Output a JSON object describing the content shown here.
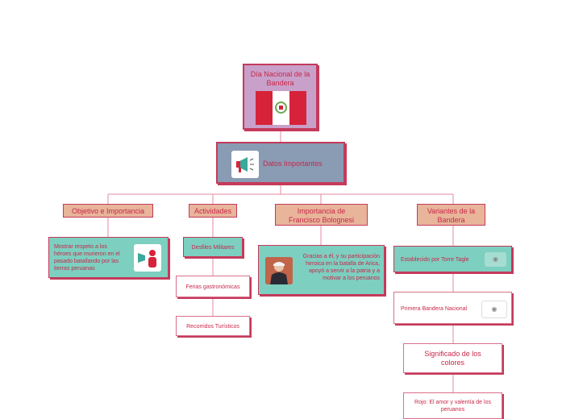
{
  "root": {
    "title": "Día Nacional de la Bandera",
    "image": "peru-flag"
  },
  "datos": {
    "title": "Datos Importantes",
    "icon": "megaphone-icon"
  },
  "branches": {
    "objetivo": {
      "title": "Objetivo e Importancia",
      "detail": "Mostrar respeto a los héroes que murieron en el pasado batallando por las tierras peruanas"
    },
    "actividades": {
      "title": "Actividades",
      "items": [
        "Desfiles Militares",
        "Ferias gastronómicas",
        "Recorridos Turísticos"
      ]
    },
    "bolognesi": {
      "title": "Importancia de Francisco Bolognesi",
      "detail": "Gracias a él, y su participación heroica en la batalla de Arica,  apoyó a servir a la patria y a motivar a los peruanos"
    },
    "variantes": {
      "title": "Variantes de la Bandera",
      "items": [
        "Establecido por Torre Tagle",
        "Primera Bandera Nacional"
      ],
      "significado": "Significado de los colores",
      "rojo": "Rojo: El amor y valentía de los peruanos"
    }
  },
  "colors": {
    "accent": "#c43a5a",
    "text": "#c8284a",
    "teal": "#7dcfc0",
    "tan": "#e8b49a",
    "slate": "#8a9bb4",
    "lavender": "#c9a0c9"
  }
}
